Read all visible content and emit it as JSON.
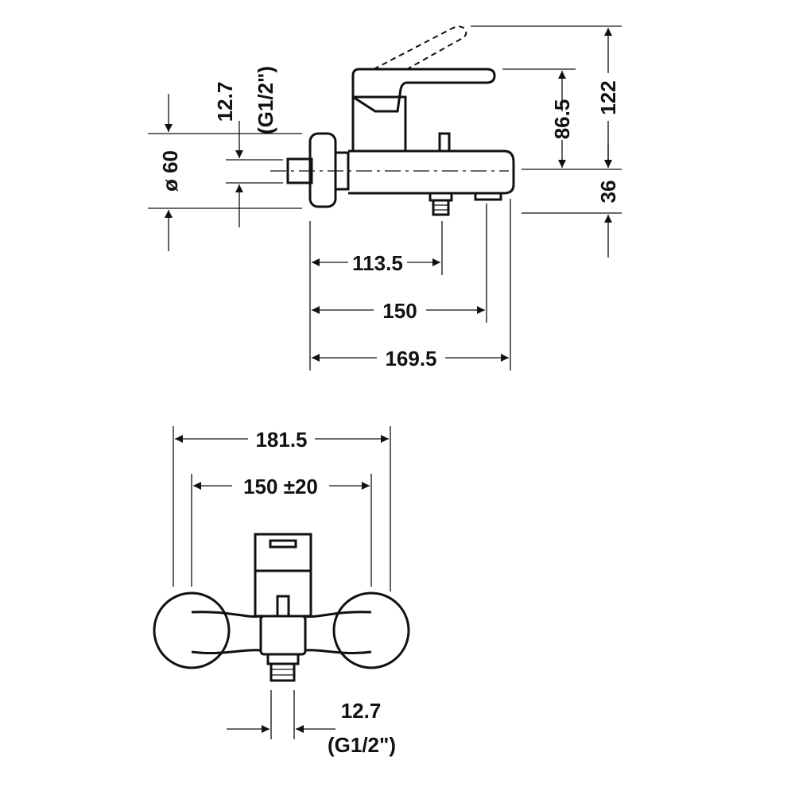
{
  "side_view": {
    "dim_offset": "12.7",
    "dim_thread": "(G1/2\")",
    "dim_diameter": "ø 60",
    "dim_height_handle": "86.5",
    "dim_height_total": "122",
    "dim_height_spout": "36",
    "dim_len_outlet": "113.5",
    "dim_len_spout": "150",
    "dim_len_total": "169.5"
  },
  "front_view": {
    "dim_width_total": "181.5",
    "dim_width_centers": "150 ±20",
    "dim_outlet": "12.7",
    "dim_outlet_thread": "(G1/2\")"
  }
}
